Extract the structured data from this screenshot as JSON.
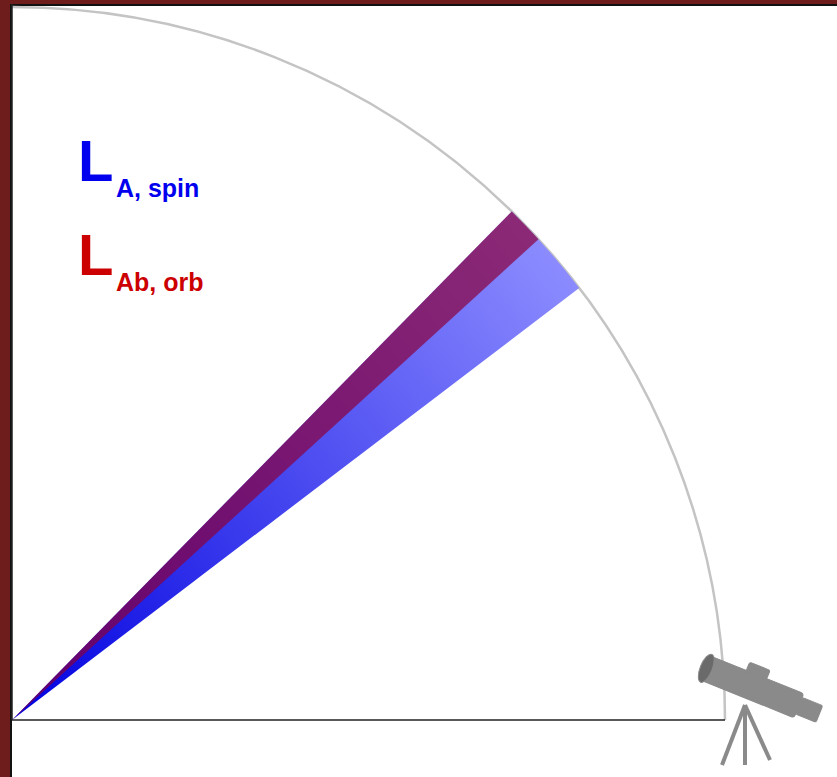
{
  "diagram": {
    "labels": [
      "L",
      "A, spin",
      "L",
      "Ab, orb"
    ]
  }
}
